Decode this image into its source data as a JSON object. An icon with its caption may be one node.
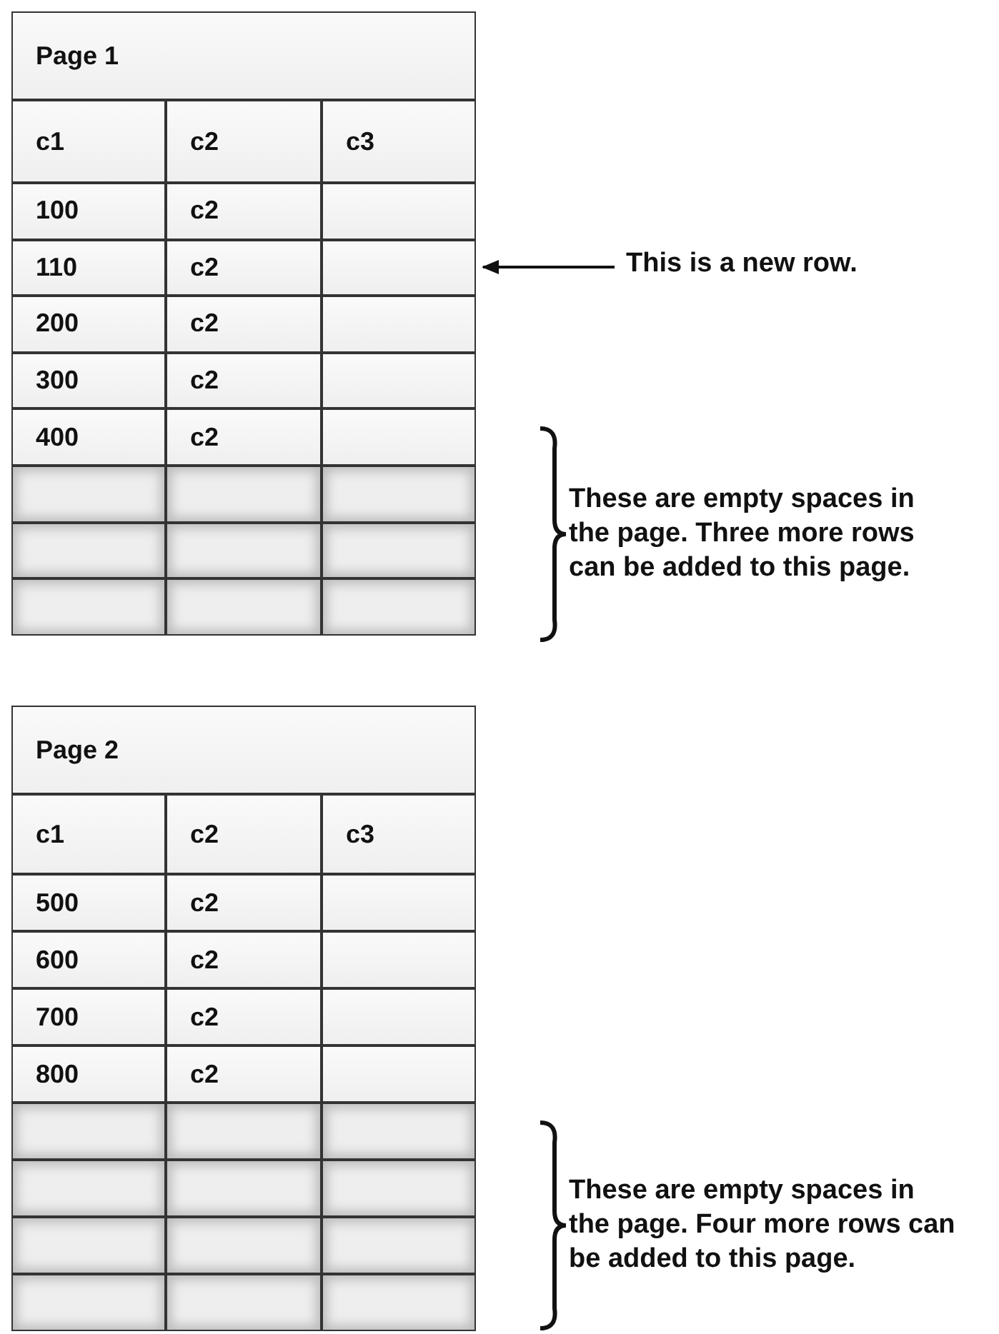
{
  "diagram": {
    "nodes": [
      {
        "text": [
          "110",
          "c2"
        ]
      },
      {
        "text": [
          "This is a new row."
        ]
      }
    ],
    "edges": [
      {
        "from": 1,
        "to": 0,
        "arrow": "to"
      }
    ],
    "labels": [
      "Page 1",
      "c1",
      "c2",
      "c3",
      "100",
      "c2",
      "200",
      "c2",
      "300",
      "c2",
      "400",
      "c2",
      "These are empty spaces in the page. Three more rows can be added to this page.",
      "Page 2",
      "c1",
      "c2",
      "c3",
      "500",
      "c2",
      "600",
      "c2",
      "700",
      "c2",
      "800",
      "c2",
      "These are empty spaces in the page. Four more rows can be added to this page."
    ]
  }
}
